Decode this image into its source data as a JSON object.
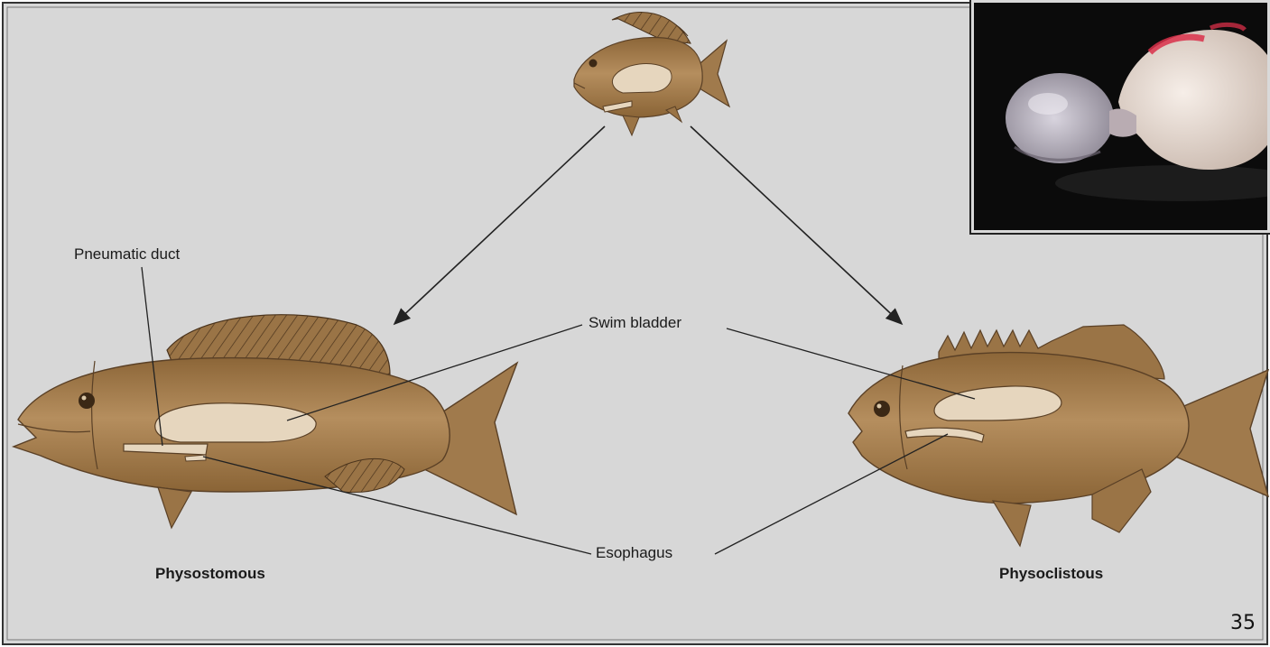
{
  "labels": {
    "pneumatic_duct": "Pneumatic duct",
    "swim_bladder": "Swim bladder",
    "esophagus": "Esophagus",
    "physostomous": "Physostomous",
    "physoclistous": "Physoclistous"
  },
  "page_number": "35",
  "colors": {
    "background": "#d7d7d7",
    "fish_body": "#a07a4c",
    "fish_outline": "#5a4026",
    "bladder": "#e6d6be",
    "photo_background": "#0b0b0b"
  },
  "icons": [
    "ancestral-fish-icon",
    "physostomous-fish-icon",
    "physoclistous-fish-icon",
    "swim-bladder-photo"
  ]
}
